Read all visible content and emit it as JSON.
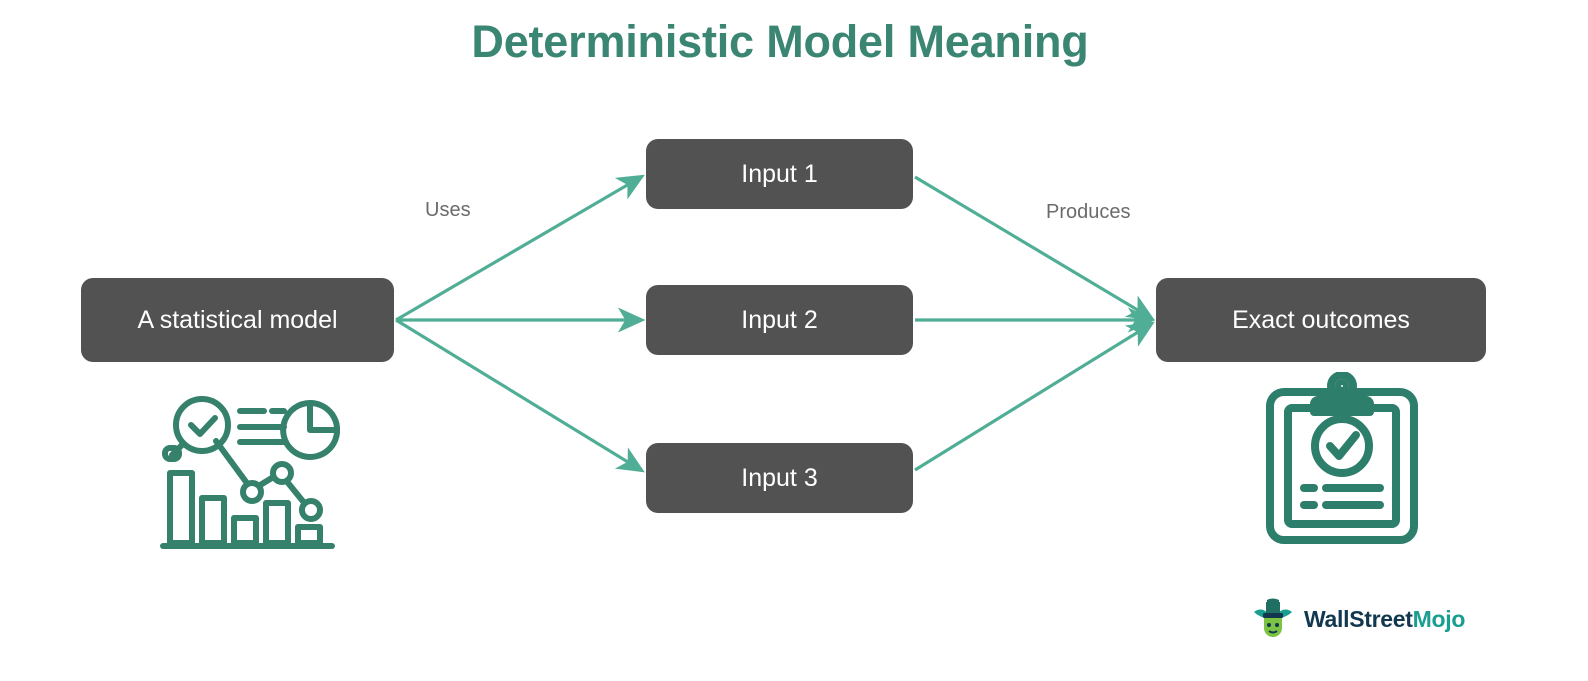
{
  "page": {
    "title": "Deterministic Model Meaning",
    "background": "#ffffff",
    "accent_teal": "#4fae95",
    "title_color": "#3b8573",
    "node_fill": "#525252",
    "node_text_color": "#ffffff",
    "label_color": "#6b6b6b"
  },
  "diagram": {
    "type": "flow",
    "source_node": {
      "label": "A statistical model"
    },
    "middle_nodes": [
      {
        "label": "Input 1"
      },
      {
        "label": "Input 2"
      },
      {
        "label": "Input 3"
      }
    ],
    "target_node": {
      "label": "Exact outcomes"
    },
    "edge_labels": {
      "left": "Uses",
      "right": "Produces"
    },
    "edges": [
      {
        "from": "A statistical model",
        "to": "Input 1",
        "label": "Uses"
      },
      {
        "from": "A statistical model",
        "to": "Input 2",
        "label": "Uses"
      },
      {
        "from": "A statistical model",
        "to": "Input 3",
        "label": "Uses"
      },
      {
        "from": "Input 1",
        "to": "Exact outcomes",
        "label": "Produces"
      },
      {
        "from": "Input 2",
        "to": "Exact outcomes",
        "label": "Produces"
      },
      {
        "from": "Input 3",
        "to": "Exact outcomes",
        "label": "Produces"
      }
    ]
  },
  "icons": {
    "left": "statistics-analytics-icon",
    "right": "clipboard-check-icon"
  },
  "logo": {
    "mark": "bull-mascot-icon",
    "text_primary": "WallStreet",
    "text_secondary": "Mojo"
  }
}
